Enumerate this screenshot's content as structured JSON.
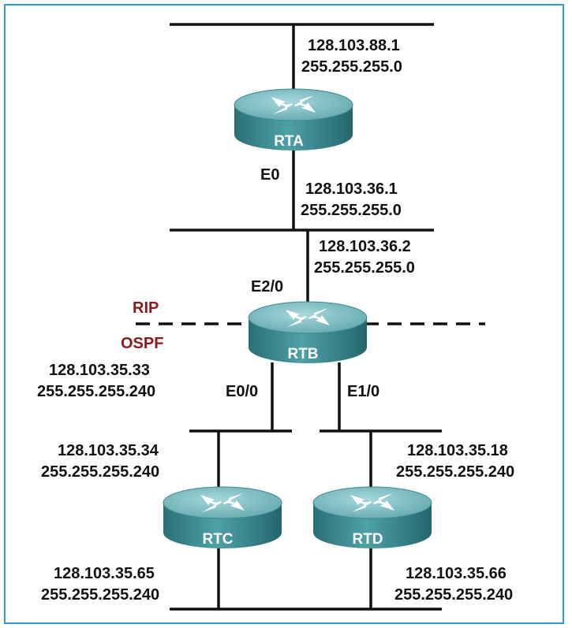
{
  "routers": {
    "rta": {
      "name": "RTA"
    },
    "rtb": {
      "name": "RTB"
    },
    "rtc": {
      "name": "RTC"
    },
    "rtd": {
      "name": "RTD"
    }
  },
  "interfaces": {
    "rta_e0": "E0",
    "rtb_e2_0": "E2/0",
    "rtb_e0_0": "E0/0",
    "rtb_e1_0": "E1/0"
  },
  "protocols": {
    "upper": "RIP",
    "lower": "OSPF"
  },
  "addresses": {
    "rta_top": {
      "ip": "128.103.88.1",
      "mask": "255.255.255.0"
    },
    "rta_e0": {
      "ip": "128.103.36.1",
      "mask": "255.255.255.0"
    },
    "rtb_e2_0": {
      "ip": "128.103.36.2",
      "mask": "255.255.255.0"
    },
    "rtb_e0_0": {
      "ip": "128.103.35.33",
      "mask": "255.255.255.240"
    },
    "rtc_top": {
      "ip": "128.103.35.34",
      "mask": "255.255.255.240"
    },
    "rtd_top": {
      "ip": "128.103.35.18",
      "mask": "255.255.255.240"
    },
    "rtc_bottom": {
      "ip": "128.103.35.65",
      "mask": "255.255.255.240"
    },
    "rtd_bottom": {
      "ip": "128.103.35.66",
      "mask": "255.255.255.240"
    }
  },
  "colors": {
    "frame_border": "#2a9fd6",
    "router_body": "#3f8f95",
    "router_top": "#77bcc1",
    "protocol_text": "#8b1a1a"
  }
}
